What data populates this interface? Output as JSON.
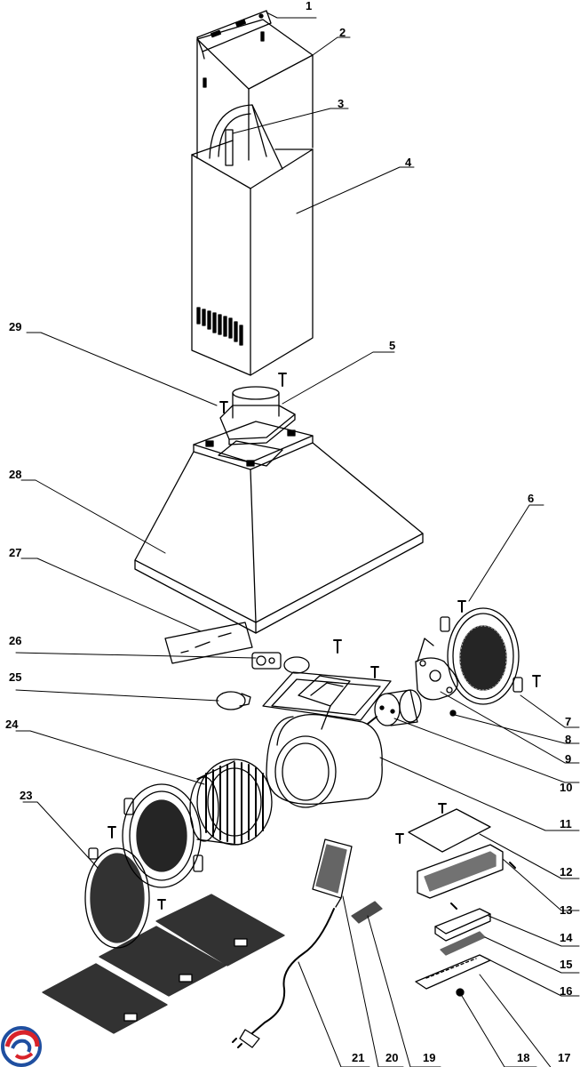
{
  "diagram": {
    "callouts": [
      "1",
      "2",
      "3",
      "4",
      "5",
      "6",
      "7",
      "8",
      "9",
      "10",
      "11",
      "12",
      "13",
      "14",
      "15",
      "16",
      "17",
      "18",
      "19",
      "20",
      "21",
      "23",
      "24",
      "25",
      "26",
      "27",
      "28",
      "29"
    ]
  },
  "colors": {
    "line": "#000000",
    "background": "#ffffff",
    "logo_red": "#d8232a",
    "logo_blue": "#1f4fa0"
  }
}
